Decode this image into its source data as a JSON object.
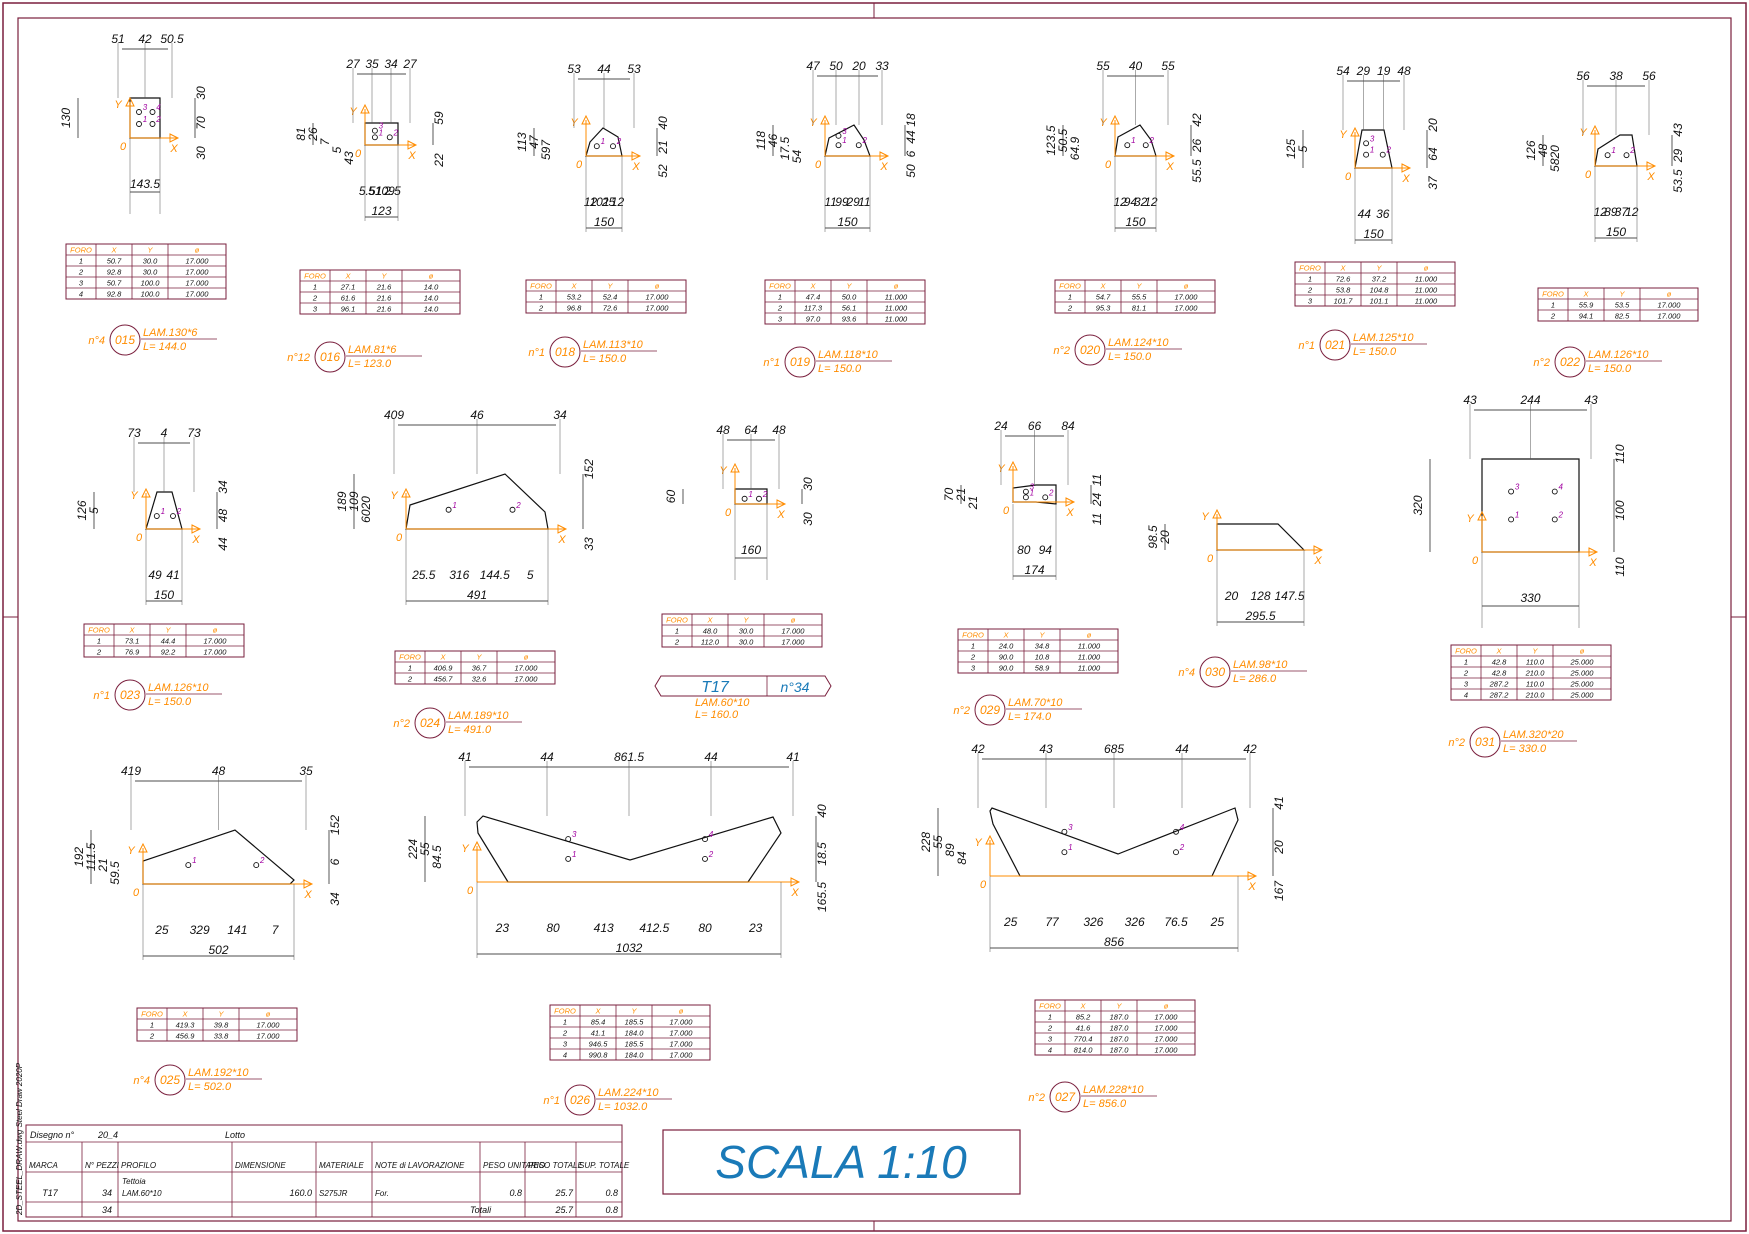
{
  "colors": {
    "frame": "#7a1f3d",
    "line": "#111111",
    "dim": "#555555",
    "orange": "#ff8c00",
    "purple": "#7a0080",
    "blue": "#1a7ab8",
    "hole": "#a000a0"
  },
  "hole_headers": [
    "FORO",
    "X",
    "Y",
    "ø"
  ],
  "parts": [
    {
      "id": "015",
      "qty": "n°4",
      "profile": "LAM.130*6",
      "length": "L= 144.0",
      "holes": [
        [
          "1",
          "50.7",
          "30.0",
          "17.000"
        ],
        [
          "2",
          "92.8",
          "30.0",
          "17.000"
        ],
        [
          "3",
          "50.7",
          "100.0",
          "17.000"
        ],
        [
          "4",
          "92.8",
          "100.0",
          "17.000"
        ]
      ],
      "dims": {
        "top": [
          "51",
          "42",
          "50.5"
        ],
        "left": [
          "130"
        ],
        "right": [
          "30",
          "70",
          "30"
        ],
        "bottom": [
          "143.5"
        ]
      }
    },
    {
      "id": "016",
      "qty": "n°12",
      "profile": "LAM.81*6",
      "length": "L= 123.0",
      "holes": [
        [
          "1",
          "27.1",
          "21.6",
          "14.0"
        ],
        [
          "2",
          "61.6",
          "21.6",
          "14.0"
        ],
        [
          "3",
          "96.1",
          "21.6",
          "14.0"
        ]
      ],
      "dims": {
        "top": [
          "27",
          "35",
          "34",
          "27"
        ],
        "left": [
          "81",
          "26",
          "7",
          "5",
          "43"
        ],
        "right": [
          "59",
          "22"
        ],
        "bottom": [
          "5.51",
          "5109",
          "2.5",
          "123"
        ]
      }
    },
    {
      "id": "018",
      "qty": "n°1",
      "profile": "LAM.113*10",
      "length": "L= 150.0",
      "holes": [
        [
          "1",
          "53.2",
          "52.4",
          "17.000"
        ],
        [
          "2",
          "96.8",
          "72.6",
          "17.000"
        ]
      ],
      "dims": {
        "top": [
          "53",
          "44",
          "53"
        ],
        "left": [
          "113",
          "47",
          "597"
        ],
        "right": [
          "40",
          "21",
          "52"
        ],
        "bottom": [
          "12",
          "101",
          "25",
          "12",
          "150"
        ]
      }
    },
    {
      "id": "019",
      "qty": "n°1",
      "profile": "LAM.118*10",
      "length": "L= 150.0",
      "holes": [
        [
          "1",
          "47.4",
          "50.0",
          "11.000"
        ],
        [
          "2",
          "117.3",
          "56.1",
          "11.000"
        ],
        [
          "3",
          "97.0",
          "93.6",
          "11.000"
        ]
      ],
      "dims": {
        "top": [
          "47",
          "50",
          "20",
          "33"
        ],
        "left": [
          "118",
          "46",
          "17.5",
          "54"
        ],
        "right": [
          "18",
          "44",
          "6",
          "50"
        ],
        "bottom": [
          "11",
          "99",
          "29",
          "11",
          "150"
        ]
      }
    },
    {
      "id": "020",
      "qty": "n°2",
      "profile": "LAM.124*10",
      "length": "L= 150.0",
      "holes": [
        [
          "1",
          "54.7",
          "55.5",
          "17.000"
        ],
        [
          "2",
          "95.3",
          "81.1",
          "17.000"
        ]
      ],
      "dims": {
        "top": [
          "55",
          "40",
          "55"
        ],
        "left": [
          "123.5",
          "50.5",
          "64.9"
        ],
        "right": [
          "42",
          "26",
          "55.5"
        ],
        "bottom": [
          "12",
          "94",
          "32",
          "12",
          "150"
        ]
      }
    },
    {
      "id": "021",
      "qty": "n°1",
      "profile": "LAM.125*10",
      "length": "L= 150.0",
      "holes": [
        [
          "1",
          "72.6",
          "37.2",
          "11.000"
        ],
        [
          "2",
          "53.8",
          "104.8",
          "11.000"
        ],
        [
          "3",
          "101.7",
          "101.1",
          "11.000"
        ]
      ],
      "dims": {
        "top": [
          "54",
          "29",
          "19",
          "48"
        ],
        "left": [
          "125",
          "5"
        ],
        "right": [
          "20",
          "64",
          "37"
        ],
        "bottom": [
          "44",
          "36",
          "150"
        ]
      }
    },
    {
      "id": "022",
      "qty": "n°2",
      "profile": "LAM.126*10",
      "length": "L= 150.0",
      "holes": [
        [
          "1",
          "55.9",
          "53.5",
          "17.000"
        ],
        [
          "2",
          "94.1",
          "82.5",
          "17.000"
        ]
      ],
      "dims": {
        "top": [
          "56",
          "38",
          "56"
        ],
        "left": [
          "126",
          "48",
          "5820"
        ],
        "right": [
          "43",
          "29",
          "53.5"
        ],
        "bottom": [
          "12",
          "89",
          "37",
          "12",
          "150"
        ]
      }
    },
    {
      "id": "023",
      "qty": "n°1",
      "profile": "LAM.126*10",
      "length": "L= 150.0",
      "holes": [
        [
          "1",
          "73.1",
          "44.4",
          "17.000"
        ],
        [
          "2",
          "76.9",
          "92.2",
          "17.000"
        ]
      ],
      "dims": {
        "top": [
          "73",
          "4",
          "73"
        ],
        "left": [
          "126",
          "5"
        ],
        "right": [
          "34",
          "48",
          "44"
        ],
        "bottom": [
          "49",
          "41",
          "150"
        ]
      }
    },
    {
      "id": "024",
      "qty": "n°2",
      "profile": "LAM.189*10",
      "length": "L= 491.0",
      "holes": [
        [
          "1",
          "406.9",
          "36.7",
          "17.000"
        ],
        [
          "2",
          "456.7",
          "32.6",
          "17.000"
        ]
      ],
      "dims": {
        "top": [
          "409",
          "46",
          "34"
        ],
        "left": [
          "189",
          "109",
          "6020"
        ],
        "right": [
          "152",
          "33"
        ],
        "bottom": [
          "25.5",
          "316",
          "144.5",
          "5",
          "491"
        ]
      }
    },
    {
      "id": "T17",
      "qty": "n°34",
      "profile": "LAM.60*10",
      "length": "L= 160.0",
      "holes": [
        [
          "1",
          "48.0",
          "30.0",
          "17.000"
        ],
        [
          "2",
          "112.0",
          "30.0",
          "17.000"
        ]
      ],
      "dims": {
        "top": [
          "48",
          "64",
          "48"
        ],
        "left": [
          "60"
        ],
        "right": [
          "30",
          "30"
        ],
        "bottom": [
          "160"
        ]
      }
    },
    {
      "id": "029",
      "qty": "n°2",
      "profile": "LAM.70*10",
      "length": "L= 174.0",
      "holes": [
        [
          "1",
          "24.0",
          "34.8",
          "11.000"
        ],
        [
          "2",
          "90.0",
          "10.8",
          "11.000"
        ],
        [
          "3",
          "90.0",
          "58.9",
          "11.000"
        ]
      ],
      "dims": {
        "top": [
          "24",
          "66",
          "84"
        ],
        "left": [
          "70",
          "21",
          "21"
        ],
        "right": [
          "11",
          "24",
          "11"
        ],
        "bottom": [
          "80",
          "94",
          "174"
        ]
      }
    },
    {
      "id": "030",
      "qty": "n°4",
      "profile": "LAM.98*10",
      "length": "L= 286.0",
      "holes": [],
      "dims": {
        "top": [],
        "left": [
          "98.5",
          "20"
        ],
        "right": [],
        "bottom": [
          "20",
          "128",
          "147.5",
          "295.5"
        ]
      }
    },
    {
      "id": "031",
      "qty": "n°2",
      "profile": "LAM.320*20",
      "length": "L= 330.0",
      "holes": [
        [
          "1",
          "42.8",
          "110.0",
          "25.000"
        ],
        [
          "2",
          "42.8",
          "210.0",
          "25.000"
        ],
        [
          "3",
          "287.2",
          "110.0",
          "25.000"
        ],
        [
          "4",
          "287.2",
          "210.0",
          "25.000"
        ]
      ],
      "dims": {
        "top": [
          "43",
          "244",
          "43"
        ],
        "left": [
          "320"
        ],
        "right": [
          "110",
          "100",
          "110"
        ],
        "bottom": [
          "330"
        ]
      }
    },
    {
      "id": "025",
      "qty": "n°4",
      "profile": "LAM.192*10",
      "length": "L= 502.0",
      "holes": [
        [
          "1",
          "419.3",
          "39.8",
          "17.000"
        ],
        [
          "2",
          "456.9",
          "33.8",
          "17.000"
        ]
      ],
      "dims": {
        "top": [
          "419",
          "48",
          "35"
        ],
        "left": [
          "192",
          "111.5",
          "21",
          "59.5"
        ],
        "right": [
          "152",
          "6",
          "34"
        ],
        "bottom": [
          "25",
          "329",
          "141",
          "7",
          "502"
        ]
      }
    },
    {
      "id": "026",
      "qty": "n°1",
      "profile": "LAM.224*10",
      "length": "L= 1032.0",
      "holes": [
        [
          "1",
          "85.4",
          "185.5",
          "17.000"
        ],
        [
          "2",
          "41.1",
          "184.0",
          "17.000"
        ],
        [
          "3",
          "946.5",
          "185.5",
          "17.000"
        ],
        [
          "4",
          "990.8",
          "184.0",
          "17.000"
        ]
      ],
      "dims": {
        "top": [
          "41",
          "44",
          "861.5",
          "44",
          "41"
        ],
        "left": [
          "224",
          "55",
          "84.5"
        ],
        "right": [
          "40",
          "18.5",
          "165.5"
        ],
        "bottom": [
          "23",
          "80",
          "413",
          "412.5",
          "80",
          "23",
          "1032"
        ]
      }
    },
    {
      "id": "027",
      "qty": "n°2",
      "profile": "LAM.228*10",
      "length": "L= 856.0",
      "holes": [
        [
          "1",
          "85.2",
          "187.0",
          "17.000"
        ],
        [
          "2",
          "41.6",
          "187.0",
          "17.000"
        ],
        [
          "3",
          "770.4",
          "187.0",
          "17.000"
        ],
        [
          "4",
          "814.0",
          "187.0",
          "17.000"
        ]
      ],
      "dims": {
        "top": [
          "42",
          "43",
          "685",
          "44",
          "42"
        ],
        "left": [
          "228",
          "55",
          "89",
          "84"
        ],
        "right": [
          "41",
          "20",
          "167"
        ],
        "bottom": [
          "25",
          "77",
          "326",
          "326",
          "76.5",
          "25",
          "856"
        ]
      }
    }
  ],
  "assembly": {
    "mark": "T17",
    "count": "n°34"
  },
  "title_block": {
    "side_text": "2D_STEEL_DRAW.dwg   Steel Draw 2020P",
    "drawing_label": "Disegno n°",
    "drawing_no": "20_4",
    "lot_label": "Lotto",
    "headers": [
      "MARCA",
      "N° PEZZI",
      "PROFILO",
      "DIMENSIONE",
      "MATERIALE",
      "NOTE di LAVORAZIONE",
      "PESO UNITARIO",
      "PESO TOTALE",
      "SUP. TOTALE"
    ],
    "row": {
      "mark": "T17",
      "pieces": "34",
      "profile": "Tettoia",
      "profile_sub": "LAM.60*10",
      "dimension": "160.0",
      "material": "S275JR",
      "notes": "For.",
      "unit_weight": "0.8",
      "total_weight": "25.7",
      "surface": "0.8"
    },
    "totals": {
      "pieces": "34",
      "label": "Totali",
      "weight": "25.7",
      "surface": "0.8"
    }
  },
  "scale": "SCALA  1:10"
}
